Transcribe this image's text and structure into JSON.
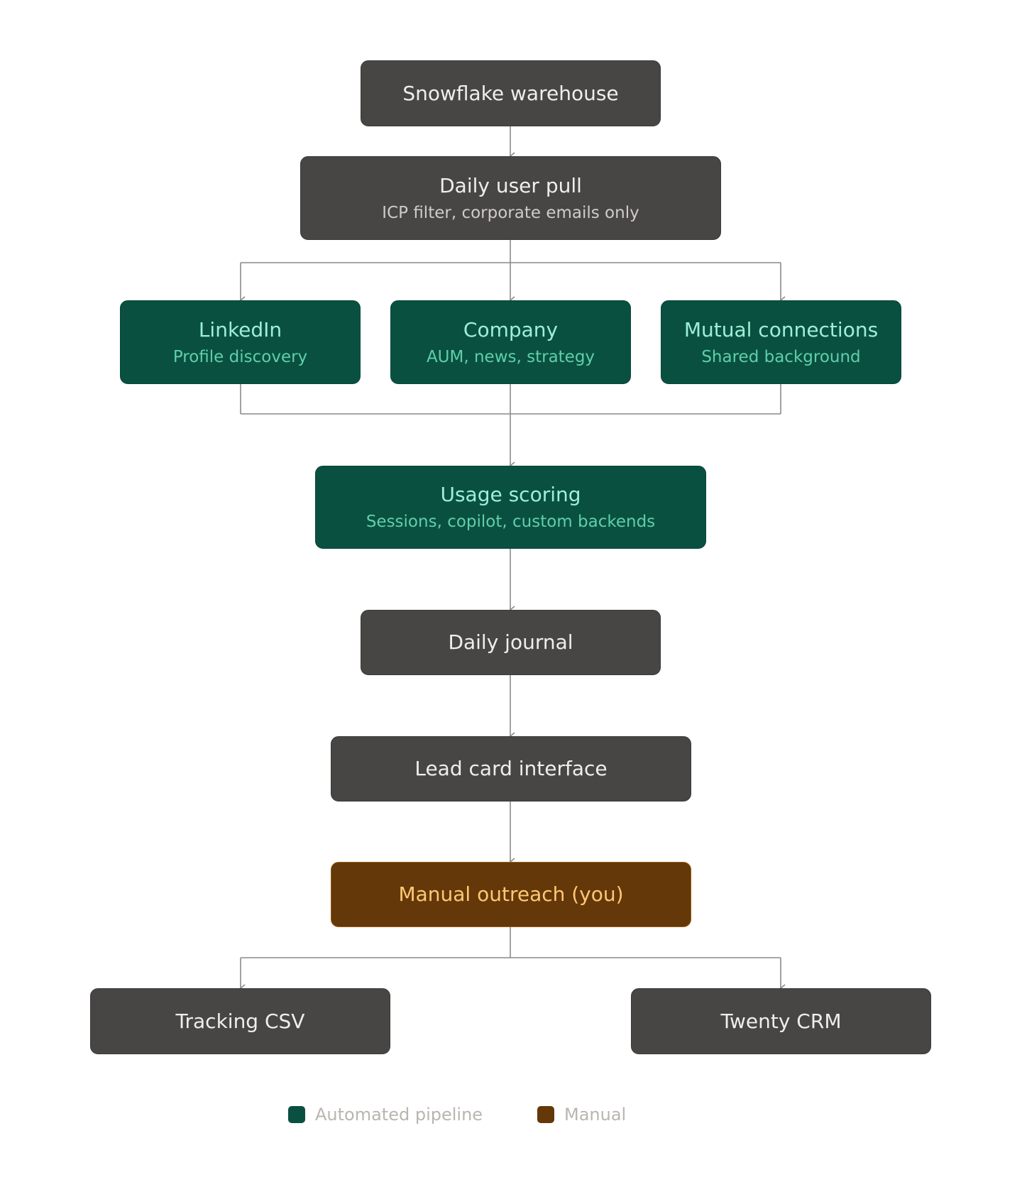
{
  "diagram": {
    "nodes": {
      "snowflake": {
        "title": "Snowflake warehouse",
        "subtitle": ""
      },
      "daily_user_pull": {
        "title": "Daily user pull",
        "subtitle": "ICP filter, corporate emails only"
      },
      "linkedin": {
        "title": "LinkedIn",
        "subtitle": "Profile discovery"
      },
      "company": {
        "title": "Company",
        "subtitle": "AUM, news, strategy"
      },
      "mutual_connections": {
        "title": "Mutual connections",
        "subtitle": "Shared background"
      },
      "usage_scoring": {
        "title": "Usage scoring",
        "subtitle": "Sessions, copilot, custom backends"
      },
      "daily_journal": {
        "title": "Daily journal",
        "subtitle": ""
      },
      "lead_card_interface": {
        "title": "Lead card interface",
        "subtitle": ""
      },
      "manual_outreach": {
        "title": "Manual outreach (you)",
        "subtitle": ""
      },
      "tracking_csv": {
        "title": "Tracking CSV",
        "subtitle": ""
      },
      "twenty_crm": {
        "title": "Twenty CRM",
        "subtitle": ""
      }
    },
    "edges": [
      [
        "snowflake",
        "daily_user_pull"
      ],
      [
        "daily_user_pull",
        "linkedin"
      ],
      [
        "daily_user_pull",
        "company"
      ],
      [
        "daily_user_pull",
        "mutual_connections"
      ],
      [
        "linkedin",
        "usage_scoring"
      ],
      [
        "company",
        "usage_scoring"
      ],
      [
        "mutual_connections",
        "usage_scoring"
      ],
      [
        "usage_scoring",
        "daily_journal"
      ],
      [
        "daily_journal",
        "lead_card_interface"
      ],
      [
        "lead_card_interface",
        "manual_outreach"
      ],
      [
        "manual_outreach",
        "tracking_csv"
      ],
      [
        "manual_outreach",
        "twenty_crm"
      ]
    ]
  },
  "legend": {
    "automated": {
      "label": "Automated pipeline",
      "color": "#0a5041"
    },
    "manual": {
      "label": "Manual",
      "color": "#643808"
    }
  },
  "colors": {
    "gray_node": "#474645",
    "green_node": "#0a5041",
    "brown_node": "#643808",
    "connector": "#8a8a8a"
  }
}
